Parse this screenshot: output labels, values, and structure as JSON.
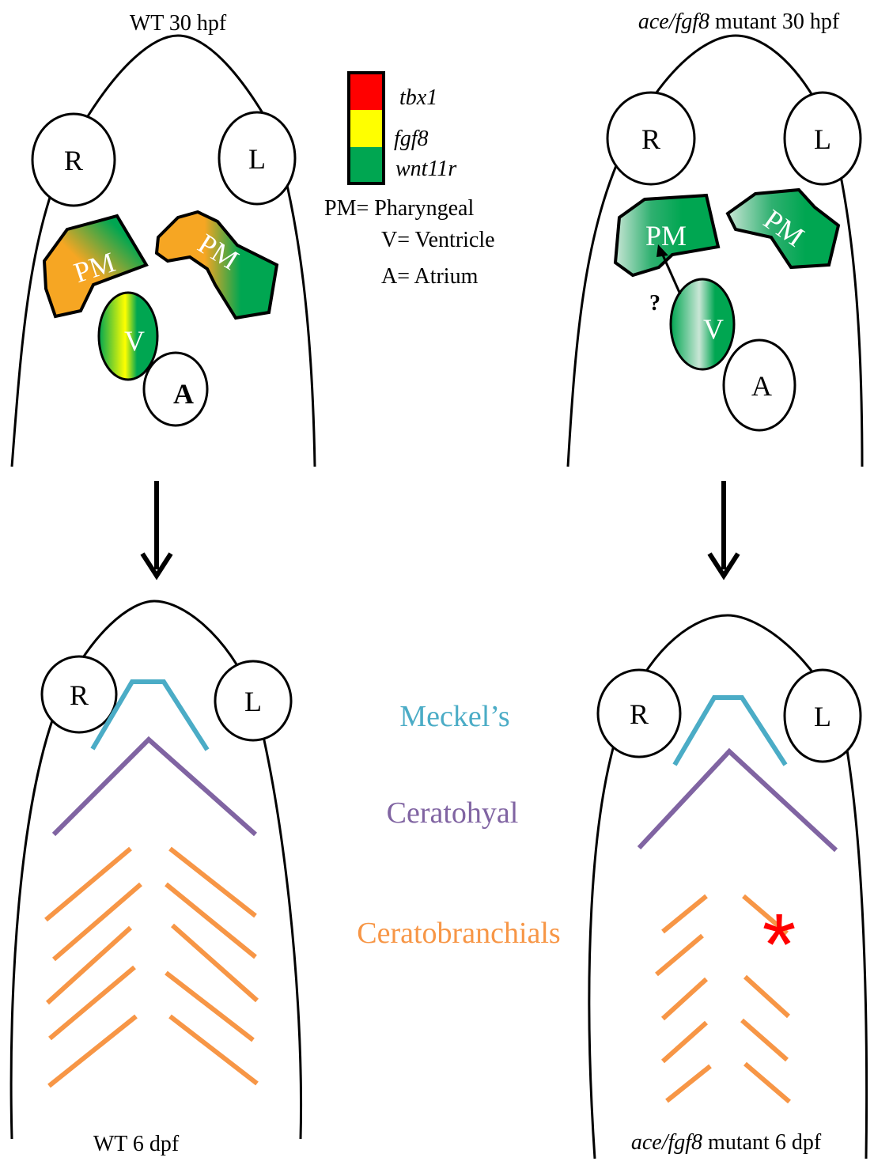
{
  "panels": {
    "wt_30": {
      "title": "WT 30 hpf"
    },
    "mut_30": {
      "title_italic": "ace/fgf8",
      "title_rest": " mutant 30 hpf"
    },
    "wt_6": {
      "title": "WT 6 dpf"
    },
    "mut_6": {
      "title_italic": "ace/fgf8",
      "title_rest": " mutant 6 dpf"
    }
  },
  "labels": {
    "right_eye": "R",
    "left_eye": "L",
    "pharyngeal_mesoderm": "PM",
    "ventricle": "V",
    "atrium": "A",
    "question_mark": "?",
    "asterisk": "*"
  },
  "legend": {
    "genes": [
      {
        "name": "tbx1",
        "color": "#ff0000"
      },
      {
        "name": "fgf8",
        "color": "#ffff00"
      },
      {
        "name": "wnt11r",
        "color": "#00a651"
      }
    ],
    "abbreviations": [
      "PM= Pharyngeal",
      "V= Ventricle",
      "A= Atrium"
    ]
  },
  "cartilage": {
    "meckels": {
      "label": "Meckel’s",
      "color": "#4bacc6"
    },
    "ceratohyal": {
      "label": "Ceratohyal",
      "color": "#8064a2"
    },
    "ceratobranchials": {
      "label": "Ceratobranchials",
      "color": "#f79646"
    }
  },
  "colors": {
    "wnt11r_green": "#00a651",
    "fgf8_yellow": "#ffff00",
    "tbx1_red": "#ff0000",
    "pm_orange": "#f6a623",
    "pale_green": "#c9e6d6",
    "asterisk_red": "#ff0000"
  }
}
